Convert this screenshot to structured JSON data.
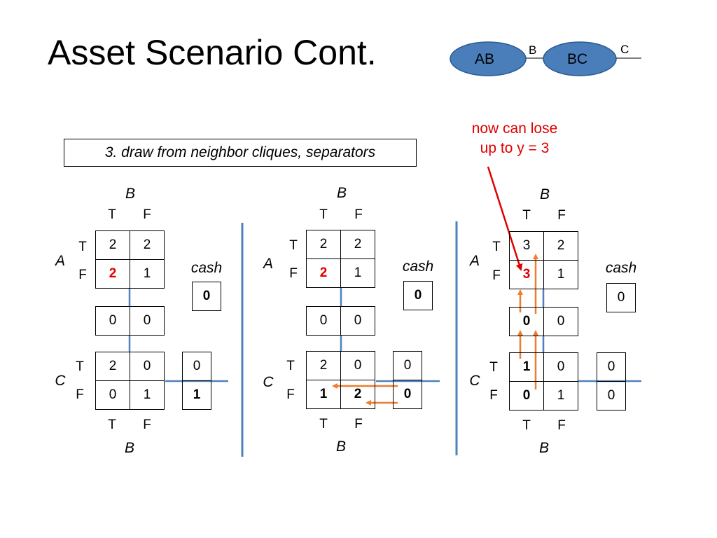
{
  "title": "Asset Scenario Cont.",
  "step": "3. draw from neighbor cliques, separators",
  "note": {
    "line1": "now can lose",
    "line2": "up to y = 3"
  },
  "junction_tree": {
    "node1": "AB",
    "sep1": "B",
    "node2": "BC",
    "sep2": "C",
    "node_fill": "#4a7ebb"
  },
  "colors": {
    "separator_line": "#4f81bd",
    "arrow": "#ed7d31",
    "note": "#e00000",
    "highlight": "#e00000"
  },
  "labels": {
    "T": "T",
    "F": "F",
    "A": "A",
    "B": "B",
    "C": "C",
    "cash": "cash"
  },
  "panels": [
    {
      "AB": [
        [
          "2",
          "2"
        ],
        [
          "2",
          "1"
        ]
      ],
      "sep_B": [
        "0",
        "0"
      ],
      "BC": [
        [
          "2",
          "0"
        ],
        [
          "0",
          "1"
        ]
      ],
      "sep_C": [
        "0",
        "1"
      ],
      "cash": "0"
    },
    {
      "AB": [
        [
          "2",
          "2"
        ],
        [
          "2",
          "1"
        ]
      ],
      "sep_B": [
        "0",
        "0"
      ],
      "BC": [
        [
          "2",
          "0"
        ],
        [
          "1",
          "2"
        ]
      ],
      "sep_C": [
        "0",
        "0"
      ],
      "cash": "0"
    },
    {
      "AB": [
        [
          "3",
          "2"
        ],
        [
          "3",
          "1"
        ]
      ],
      "sep_B": [
        "0",
        "0"
      ],
      "BC": [
        [
          "1",
          "0"
        ],
        [
          "0",
          "1"
        ]
      ],
      "sep_C": [
        "0",
        "0"
      ],
      "cash": "0"
    }
  ]
}
